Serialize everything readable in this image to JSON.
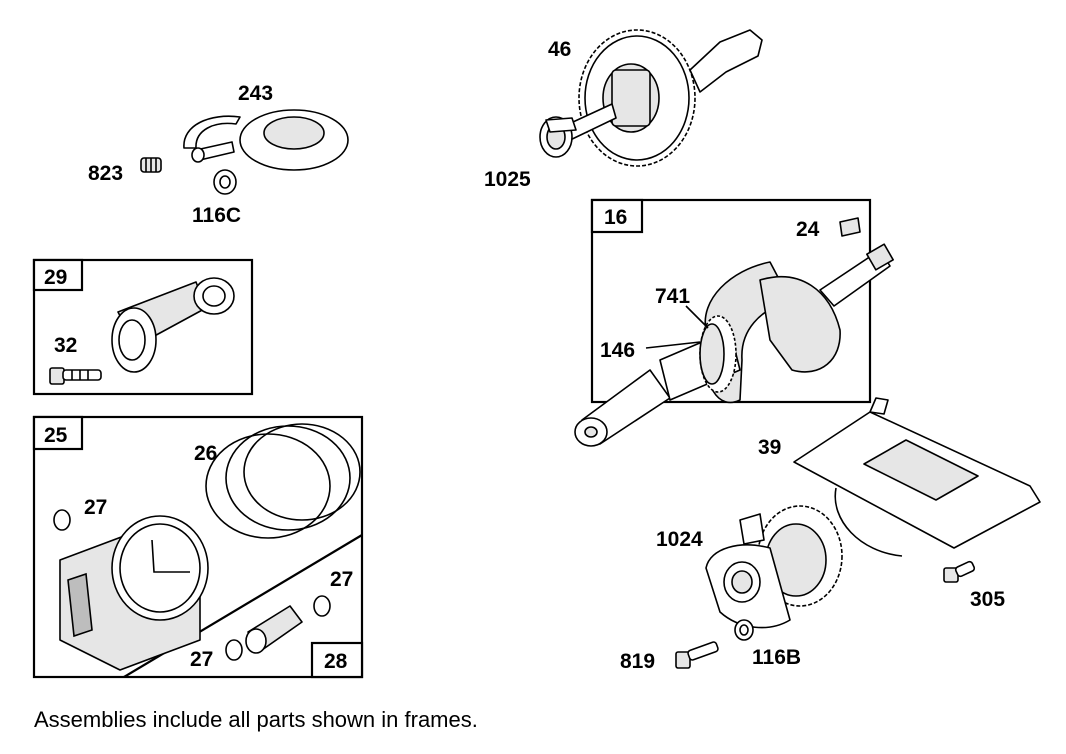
{
  "labels": {
    "p46": "46",
    "p1025": "1025",
    "p243": "243",
    "p823": "823",
    "p116C": "116C",
    "p29": "29",
    "p32": "32",
    "p16": "16",
    "p24": "24",
    "p741": "741",
    "p146": "146",
    "p25": "25",
    "p26": "26",
    "p27a": "27",
    "p27b": "27",
    "p27c": "27",
    "p28": "28",
    "p39": "39",
    "p1024": "1024",
    "p305": "305",
    "p819": "819",
    "p116B": "116B"
  },
  "note": "Assemblies include all parts shown in frames."
}
